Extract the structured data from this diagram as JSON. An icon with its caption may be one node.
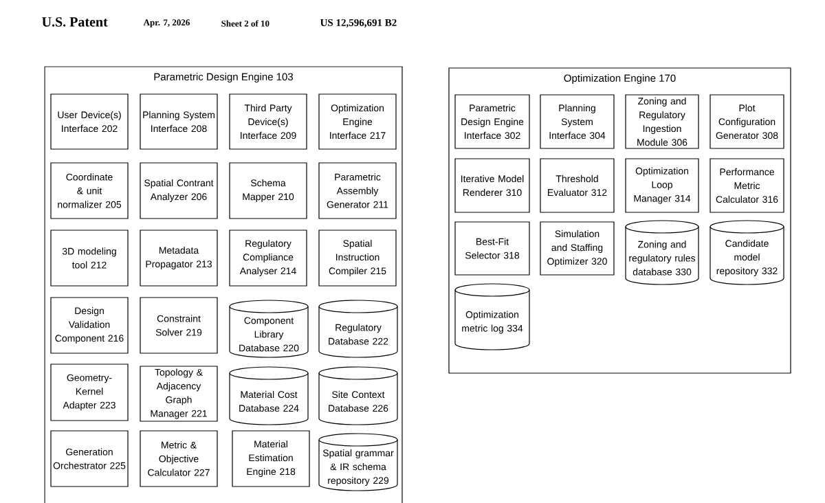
{
  "diagram": {
    "nodes": [
      {
        "text": [
          "Parametric Design Engine 103"
        ]
      },
      {
        "text": [
          "User Device(s) Interface 202"
        ],
        "in": 0
      },
      {
        "text": [
          "Planning System Interface 208"
        ],
        "in": 0
      },
      {
        "text": [
          "Third Party Device(s) Interface 209"
        ],
        "in": 0
      },
      {
        "text": [
          "Optimization Engine Interface 217"
        ],
        "in": 0
      },
      {
        "text": [
          "Coordinate & unit normalizer 205"
        ],
        "in": 0
      },
      {
        "text": [
          "Spatial Contrant Analyzer 206"
        ],
        "in": 0
      },
      {
        "text": [
          "Schema Mapper 210"
        ],
        "in": 0
      },
      {
        "text": [
          "Parametric Assembly Generator 211"
        ],
        "in": 0
      },
      {
        "text": [
          "3D modeling tool 212"
        ],
        "in": 0
      },
      {
        "text": [
          "Metadata Propagator 213"
        ],
        "in": 0
      },
      {
        "text": [
          "Regulatory Compliance Analyser 214"
        ],
        "in": 0
      },
      {
        "text": [
          "Spatial Instruction Compiler 215"
        ],
        "in": 0
      },
      {
        "text": [
          "Design Validation Component 216"
        ],
        "in": 0
      },
      {
        "text": [
          "Constraint Solver 219"
        ],
        "in": 0
      },
      {
        "text": [
          "Component Library Database 220"
        ],
        "in": 0
      },
      {
        "text": [
          "Regulatory Database 222"
        ],
        "in": 0
      },
      {
        "text": [
          "Geometry-Kernel Adapter 223"
        ],
        "in": 0
      },
      {
        "text": [
          "Topology & Adjacency Graph Manager 221"
        ],
        "in": 0
      },
      {
        "text": [
          "Material Cost Database 224"
        ],
        "in": 0
      },
      {
        "text": [
          "Site Context Database 226"
        ],
        "in": 0
      },
      {
        "text": [
          "Generation Orchestrator 225"
        ],
        "in": 0
      },
      {
        "text": [
          "Metric & Objective Calculator 227"
        ],
        "in": 0
      },
      {
        "text": [
          "Material Estimation Engine 218"
        ],
        "in": 0
      },
      {
        "text": [
          "Spatial grammar & IR schema repository 229"
        ],
        "in": 0
      },
      {
        "text": [
          "Optimization Engine 170"
        ]
      },
      {
        "text": [
          "Parametric Design Engine Interface 302"
        ],
        "in": 25
      },
      {
        "text": [
          "Planning System Interface 304"
        ],
        "in": 25
      },
      {
        "text": [
          "Zoning and Regulatory Ingestion Module 306"
        ],
        "in": 25
      },
      {
        "text": [
          "Plot Configuration Generator 308"
        ],
        "in": 25
      },
      {
        "text": [
          "Iterative Model Renderer 310"
        ],
        "in": 25
      },
      {
        "text": [
          "Threshold Evaluator 312"
        ],
        "in": 25
      },
      {
        "text": [
          "Optimization Loop Manager 314"
        ],
        "in": 25
      },
      {
        "text": [
          "Performance Metric Calculator 316"
        ],
        "in": 25
      },
      {
        "text": [
          "Best-Fit Selector 318"
        ],
        "in": 25
      },
      {
        "text": [
          "Simulation and Staffing Optimizer 320"
        ],
        "in": 25
      },
      {
        "text": [
          "Zoning and regulatory rules database 330"
        ],
        "in": 25
      },
      {
        "text": [
          "Candidate model repository 332"
        ],
        "in": 25
      },
      {
        "text": [
          "Optimization metric log 334"
        ],
        "in": 25
      }
    ],
    "labels": [
      "U.S. Patent",
      "Apr. 7, 2026",
      "Sheet 2 of 10",
      "US 12,596,691 B2"
    ]
  }
}
